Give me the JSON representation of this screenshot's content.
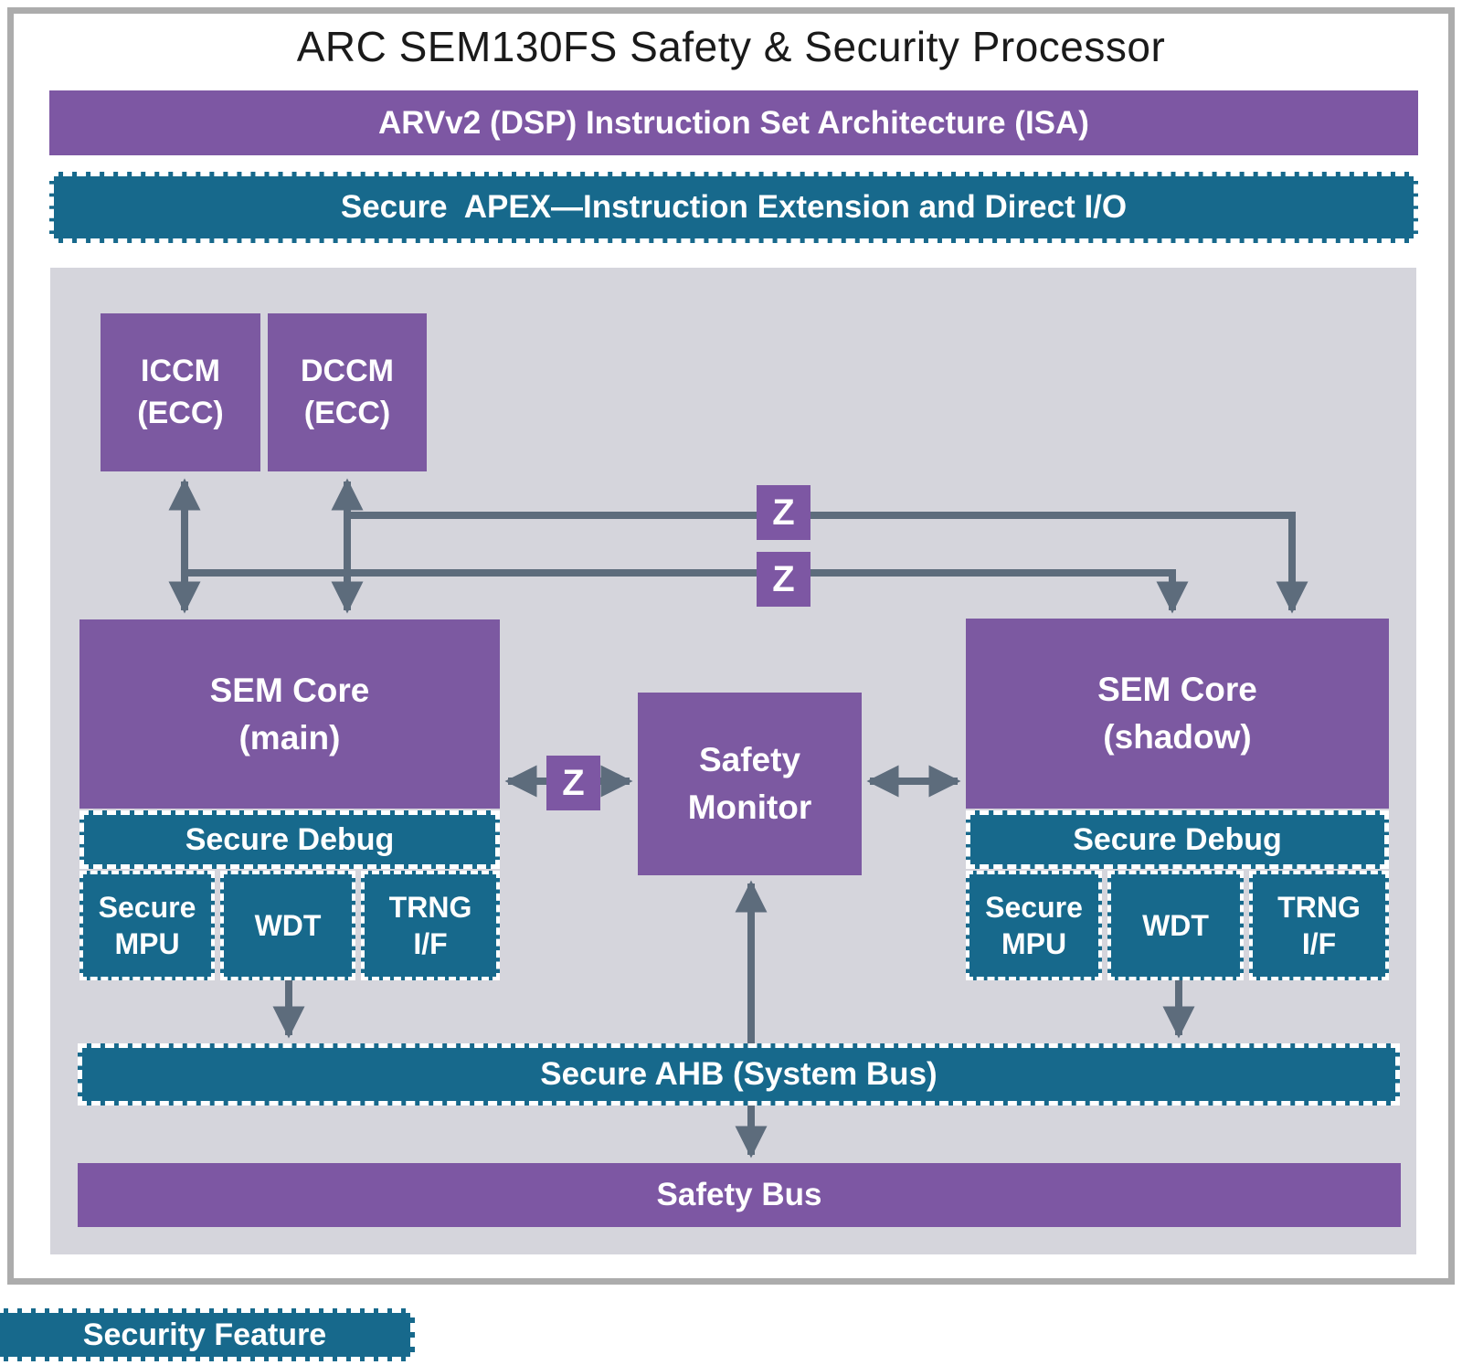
{
  "title": "ARC SEM130FS Safety & Security Processor",
  "colors": {
    "purple": "#7D57A3",
    "teal": "#17698C",
    "panel_gray": "#D5D5DC",
    "arrow_gray": "#5D6C7C",
    "frame_gray": "#ACACAC",
    "text_dark": "#1A1A1A"
  },
  "bars": {
    "isa": "ARVv2 (DSP) Instruction Set Architecture (ISA)",
    "apex": "Secure  APEX—Instruction Extension and Direct I/O",
    "ahb": "Secure AHB (System Bus)",
    "safety_bus": "Safety Bus"
  },
  "memories": {
    "iccm": "ICCM\n(ECC)",
    "dccm": "DCCM\n(ECC)"
  },
  "z_buffers": {
    "z1": "Z",
    "z2": "Z",
    "z3": "Z"
  },
  "cores": {
    "main": {
      "name": "SEM Core\n(main)",
      "secure_debug": "Secure Debug",
      "secure_mpu": "Secure\nMPU",
      "wdt": "WDT",
      "trng": "TRNG\nI/F"
    },
    "shadow": {
      "name": "SEM Core\n(shadow)",
      "secure_debug": "Secure Debug",
      "secure_mpu": "Secure\nMPU",
      "wdt": "WDT",
      "trng": "TRNG\nI/F"
    }
  },
  "safety_monitor": "Safety\nMonitor",
  "legend": "Security Feature"
}
